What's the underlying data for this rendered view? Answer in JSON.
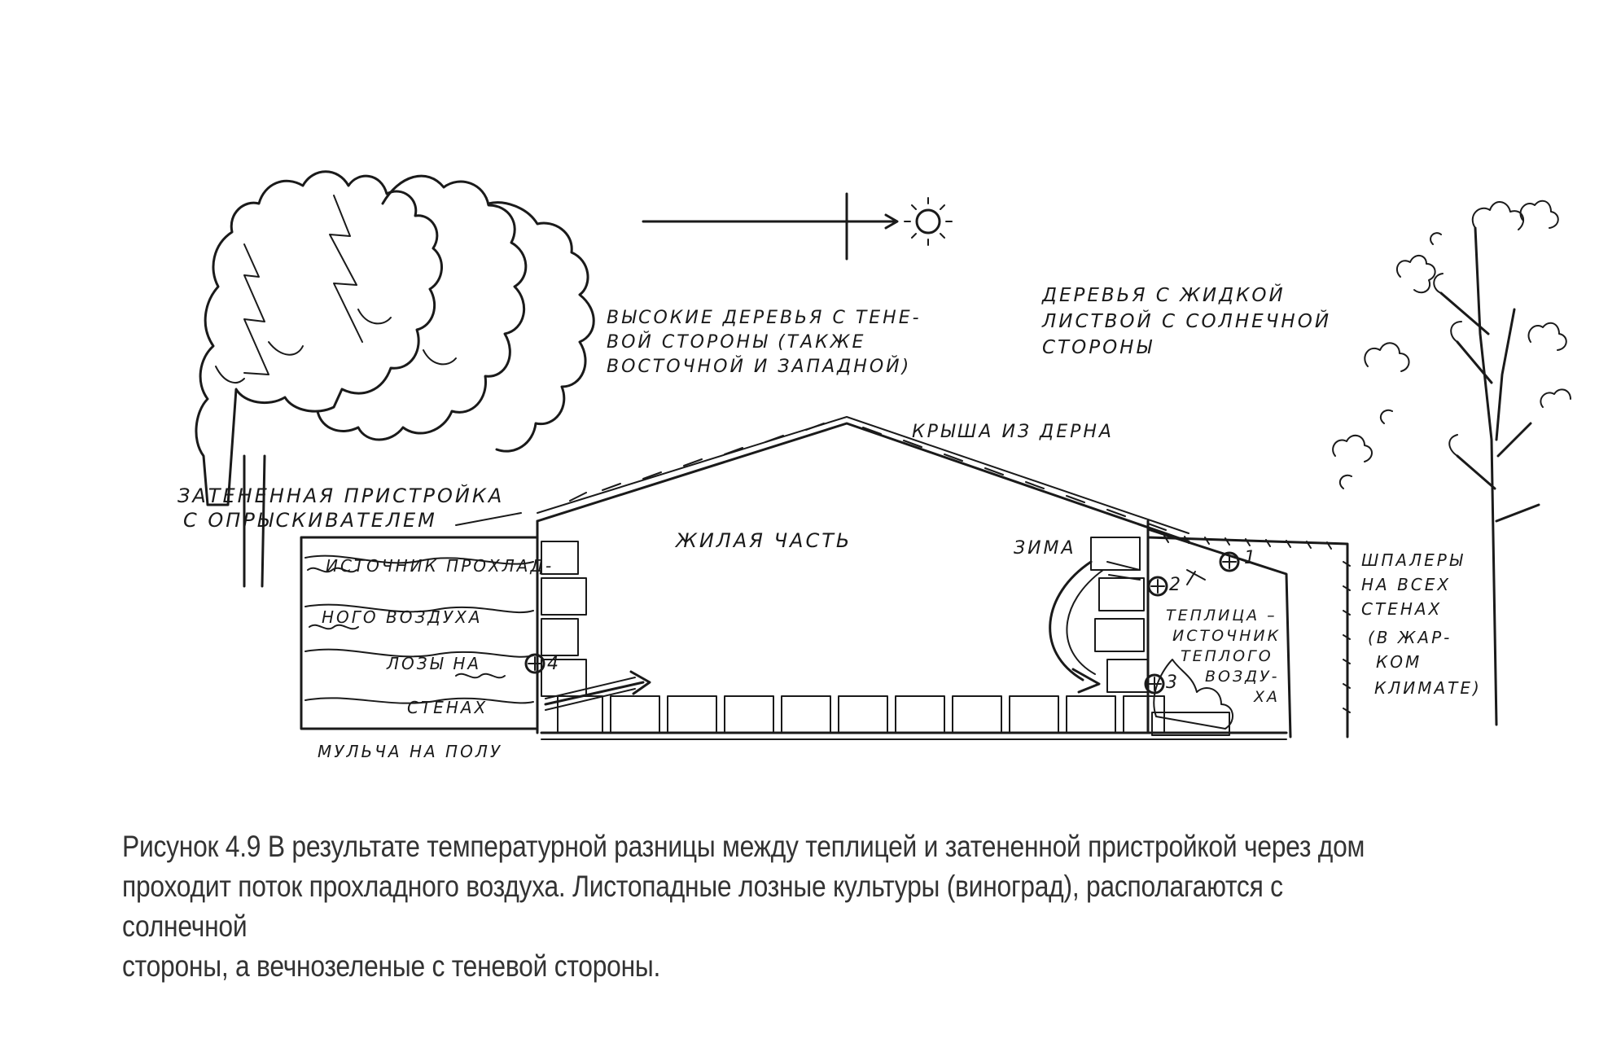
{
  "diagram": {
    "labels": {
      "tall_trees": [
        "ВЫСОКИЕ ДЕРЕВЬЯ С ТЕНЕ-",
        "ВОЙ СТОРОНЫ (ТАКЖЕ",
        "ВОСТОЧНОЙ И ЗАПАДНОЙ)"
      ],
      "sparse_trees": [
        "ДЕРЕВЬЯ С ЖИДКОЙ",
        "ЛИСТВОЙ С СОЛНЕЧНОЙ",
        "СТОРОНЫ"
      ],
      "roof": "КРЫША ИЗ ДЕРНА",
      "shaded_annex": [
        "ЗАТЕНЕННАЯ ПРИСТРОЙКА",
        "С ОПРЫСКИВАТЕЛЕМ"
      ],
      "living_area": "ЖИЛАЯ ЧАСТЬ",
      "winter": "ЗИМА",
      "cool_air": [
        "ИСТОЧНИК ПРОХЛАД-",
        "НОГО ВОЗДУХА",
        "ЛОЗЫ НА",
        "СТЕНАХ"
      ],
      "mulch": "МУЛЬЧА НА ПОЛУ",
      "greenhouse": [
        "ТЕПЛИЦА –",
        "ИСТОЧНИК",
        "ТЕПЛОГО",
        "ВОЗДУ-",
        "ХА"
      ],
      "trellis": [
        "ШПАЛЕРЫ",
        "НА ВСЕХ",
        "СТЕНАХ",
        "(В ЖАР-",
        "КОМ",
        "КЛИМАТЕ)"
      ],
      "markers": [
        "1",
        "2",
        "3",
        "4"
      ]
    }
  },
  "caption": {
    "lines": [
      "Рисунок 4.9 В результате температурной разницы между теплицей и затененной пристройкой через дом",
      "проходит поток прохладного воздуха.  Листопадные лозные культуры (виноград), располагаются с солнечной",
      "стороны, а вечнозеленые с теневой стороны."
    ]
  }
}
